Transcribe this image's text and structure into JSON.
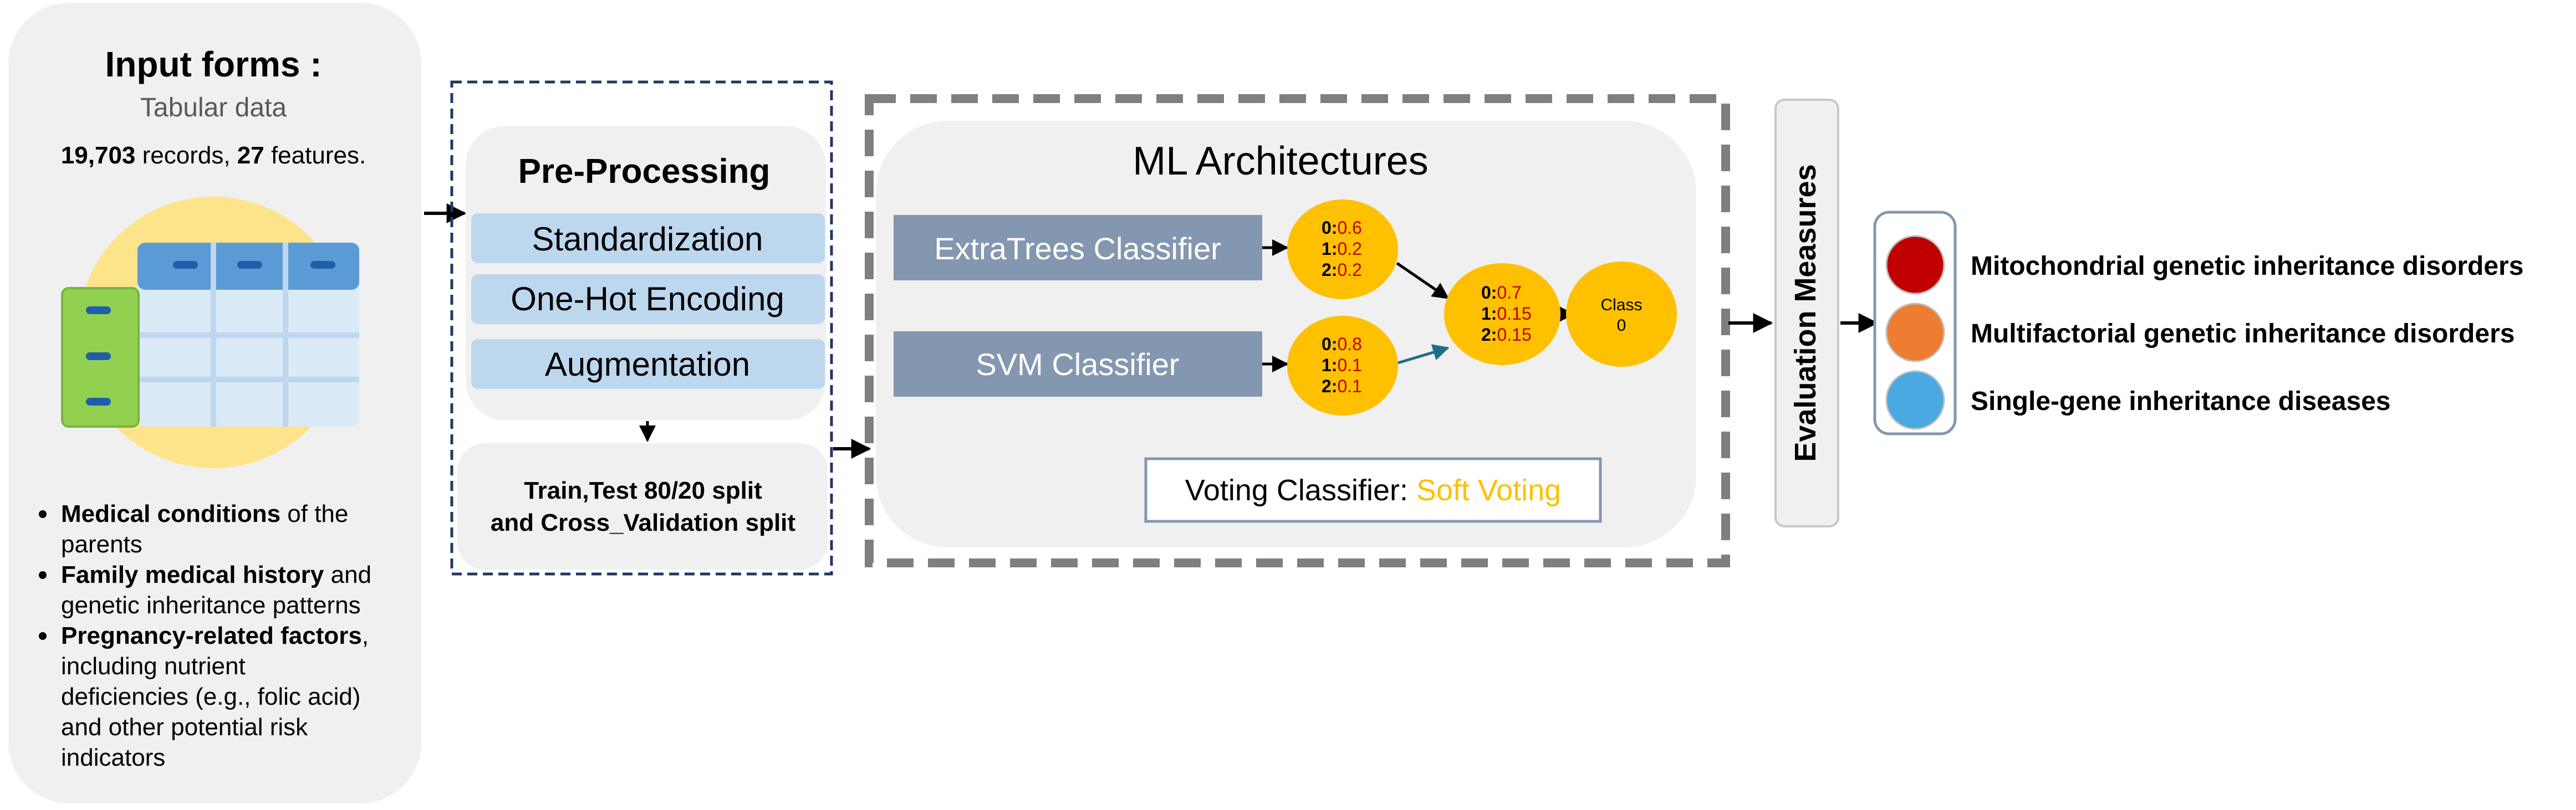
{
  "input": {
    "title": "Input forms :",
    "subtitle": "Tabular data",
    "stats": {
      "records_num": "19,703",
      "records_word": " records, ",
      "features_num": "27",
      "features_word": " features."
    },
    "bullets": [
      {
        "lines": [
          {
            "bold": "Medical conditions",
            "rest": " of the"
          },
          {
            "rest": "parents"
          }
        ]
      },
      {
        "lines": [
          {
            "bold": "Family medical history",
            "rest": " and"
          },
          {
            "rest": "genetic inheritance patterns"
          }
        ]
      },
      {
        "lines": [
          {
            "bold": "Pregnancy-related factors",
            "rest": ","
          },
          {
            "rest": "including nutrient"
          },
          {
            "rest": "deficiencies (e.g., folic acid)"
          },
          {
            "rest": "and other potential risk"
          },
          {
            "rest": "indicators"
          }
        ]
      }
    ],
    "colors": {
      "panel": "#f0f0f0",
      "circle": "#fde48a",
      "table_header": "#5b9bd5",
      "table_body": "#dbeaf7",
      "table_left": "#92d050"
    }
  },
  "preprocessing": {
    "title": "Pre-Processing",
    "steps": [
      "Standardization",
      "One-Hot Encoding",
      "Augmentation"
    ],
    "split_line1": "Train,Test 80/20 split",
    "split_line2": "and Cross_Validation split",
    "colors": {
      "step_bg": "#bdd7ee",
      "border": "#1f3864"
    }
  },
  "ml": {
    "title": "ML Architectures",
    "classifiers": [
      "ExtraTrees Classifier",
      "SVM Classifier"
    ],
    "nodes": [
      {
        "rows": [
          {
            "k": "0:",
            "v": "0.6"
          },
          {
            "k": "1:",
            "v": "0.2"
          },
          {
            "k": "2:",
            "v": "0.2"
          }
        ]
      },
      {
        "rows": [
          {
            "k": "0:",
            "v": "0.8"
          },
          {
            "k": "1:",
            "v": "0.1"
          },
          {
            "k": "2:",
            "v": "0.1"
          }
        ]
      },
      {
        "rows": [
          {
            "k": "0:",
            "v": "0.7"
          },
          {
            "k": "1:",
            "v": "0.15"
          },
          {
            "k": "2:",
            "v": "0.15"
          }
        ]
      }
    ],
    "result": {
      "label": "Class",
      "value": "0"
    },
    "voting_label": "Voting Classifier: ",
    "voting_type": "Soft Voting",
    "colors": {
      "classifier_bg": "#8497b0",
      "node": "#ffc000",
      "prob_value": "#c00000",
      "voting_type": "#ffc000"
    }
  },
  "evaluation": {
    "label": "Evaluation Measures"
  },
  "outputs": [
    {
      "label": "Mitochondrial genetic inheritance disorders",
      "color": "#c00000"
    },
    {
      "label": "Multifactorial genetic inheritance disorders",
      "color": "#ed7d31"
    },
    {
      "label": "Single-gene inheritance diseases",
      "color": "#4aa9e0"
    }
  ]
}
